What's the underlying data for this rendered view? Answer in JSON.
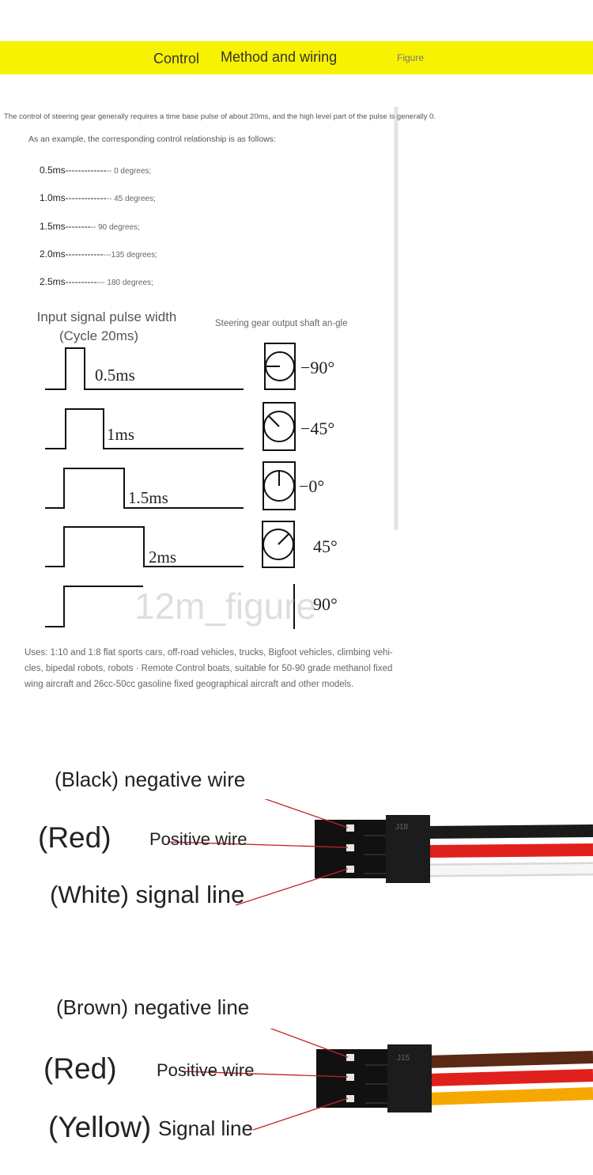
{
  "header": {
    "control": "Control",
    "method": "Method and wiring",
    "figure": "Figure"
  },
  "intro": {
    "line1": "The control of steering gear generally requires a time base pulse of about 20ms, and the high level part of the pulse is generally 0.",
    "line2": "As an example, the corresponding control relationship is as follows:"
  },
  "mapping": [
    {
      "ms": "0.5ms-------------",
      "deg": "-- 0 degrees;"
    },
    {
      "ms": "1.0ms-------------",
      "deg": "-- 45 degrees;"
    },
    {
      "ms": "1.5ms--------",
      "deg": "-- 90 degrees;"
    },
    {
      "ms": "2.0ms------------",
      "deg": "---135 degrees;"
    },
    {
      "ms": "2.5ms----------",
      "deg": "--- 180 degrees;"
    }
  ],
  "figure": {
    "input_heading": "Input signal pulse width",
    "cycle": "(Cycle 20ms)",
    "output_heading": "Steering gear output shaft an-gle",
    "pulses": [
      "0.5ms",
      "1ms",
      "1.5ms",
      "2ms",
      ""
    ],
    "angles": [
      "−90°",
      "−45°",
      "−0°",
      "45°",
      "90°"
    ],
    "watermark": "12m_figure"
  },
  "uses": {
    "line1": "Uses: 1:10 and 1:8 flat sports cars, off-road vehicles, trucks, Bigfoot vehicles, climbing vehi-",
    "line2": "cles, bipedal robots, robots · Remote Control boats, suitable for 50-90 grade methanol fixed",
    "line3": "wing aircraft and 26cc-50cc gasoline fixed geographical aircraft and other models."
  },
  "wiring1": {
    "negative": "(Black) negative wire",
    "red": "(Red)",
    "positive": "Positive wire",
    "signal": "(White) signal line",
    "connector": "J18"
  },
  "wiring2": {
    "negative": "(Brown) negative line",
    "red": "(Red)",
    "positive": "Positive wire",
    "yellow": "(Yellow)",
    "signal": "Signal line",
    "connector": "J15"
  },
  "colors": {
    "banner": "#f7f200",
    "wire_black": "#1a1a1a",
    "wire_red": "#e0201c",
    "wire_white": "#f4f4f4",
    "wire_brown": "#5a2a14",
    "wire_yellow": "#f5a800"
  }
}
